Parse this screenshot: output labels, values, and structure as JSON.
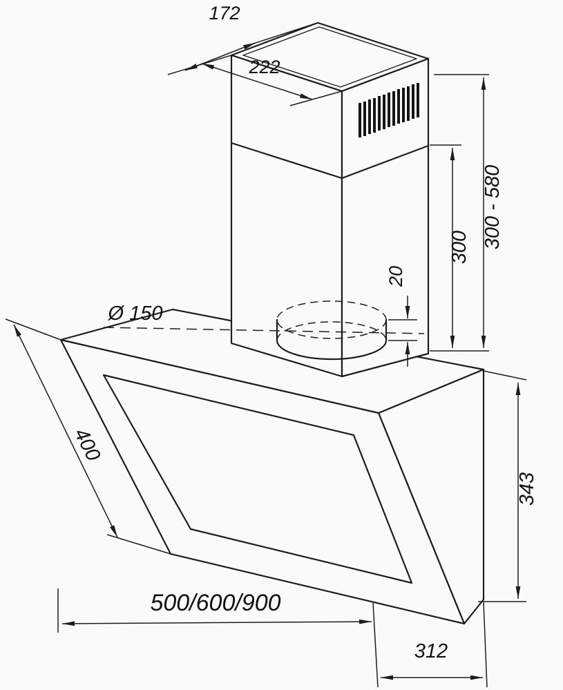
{
  "page": {
    "background": "#fafafa",
    "line_color": "#1c1c1c",
    "text_color": "#111111"
  },
  "drawing": {
    "type": "technical-dimension-drawing",
    "subject": "wall-mounted inclined kitchen hood with telescopic chimney, isometric line drawing",
    "dimensions": {
      "chimney_top_depth": {
        "label": "172"
      },
      "chimney_top_width": {
        "label": "222"
      },
      "chimney_height_range": {
        "label": "300 - 580"
      },
      "chimney_inner_height": {
        "label": "300"
      },
      "collar_height": {
        "label": "20"
      },
      "duct_diameter": {
        "label": "Ø 150"
      },
      "glass_length": {
        "label": "400"
      },
      "body_height": {
        "label": "343"
      },
      "body_width": {
        "label": "500/600/900"
      },
      "body_depth": {
        "label": "312"
      }
    }
  }
}
